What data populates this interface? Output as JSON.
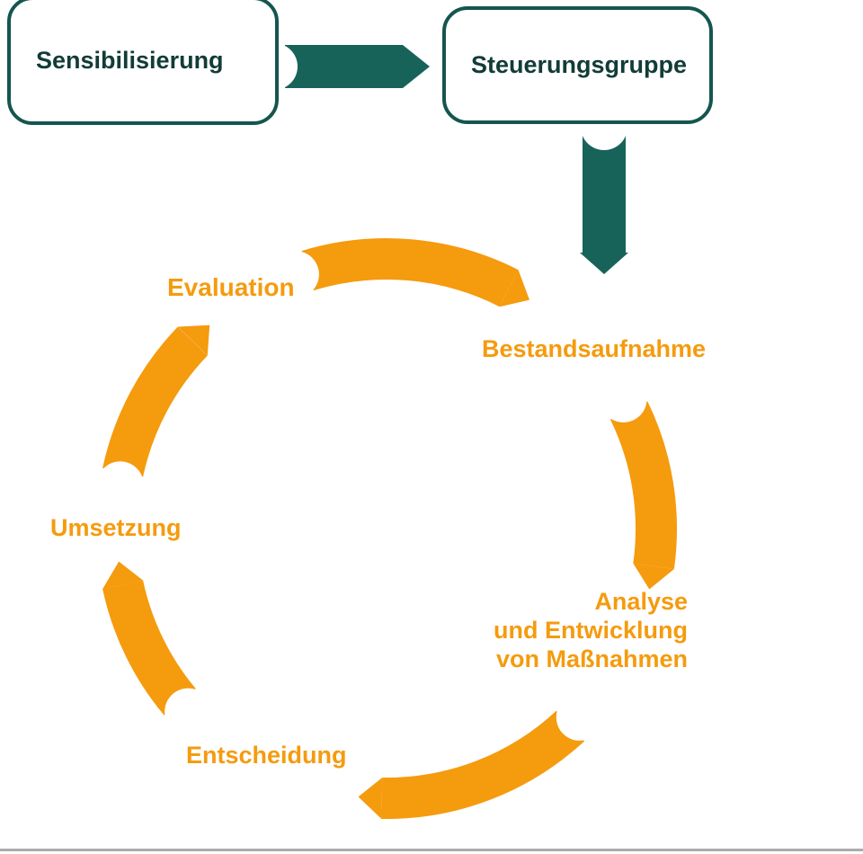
{
  "flow": {
    "boxes": [
      {
        "id": "sensibilisierung",
        "label": "Sensibilisierung"
      },
      {
        "id": "steuerungsgruppe",
        "label": "Steuerungsgruppe"
      }
    ]
  },
  "cycle": {
    "steps": [
      {
        "id": "bestandsaufnahme",
        "label": "Bestandsaufnahme"
      },
      {
        "id": "analyse",
        "label": "Analyse\nund Entwicklung\nvon Maßnahmen"
      },
      {
        "id": "entscheidung",
        "label": "Entscheidung"
      },
      {
        "id": "umsetzung",
        "label": "Umsetzung"
      },
      {
        "id": "evaluation",
        "label": "Evaluation"
      }
    ]
  },
  "colors": {
    "teal": "#17635A",
    "orange": "#F59B0E",
    "box_border": "#14564F",
    "box_text": "#123C38",
    "divider": "#ACACAC",
    "background": "#FFFFFF"
  }
}
